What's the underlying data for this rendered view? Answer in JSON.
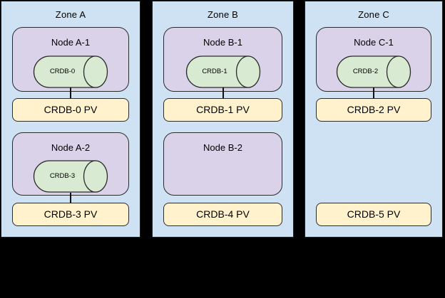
{
  "diagram": {
    "description_colors": {
      "background": "#000000",
      "zone_fill": "#cfe2f3",
      "node_fill": "#d9d2e9",
      "pod_cylinder_fill": "#d9ead3",
      "pv_fill": "#fff2cc",
      "border": "#1f1f1f"
    }
  },
  "zones": [
    {
      "title": "Zone A",
      "nodes": [
        {
          "title": "Node A-1",
          "pod": "CRDB-0"
        },
        {
          "title": "Node A-2",
          "pod": "CRDB-3"
        }
      ],
      "pvs": [
        "CRDB-0 PV",
        "CRDB-3 PV"
      ]
    },
    {
      "title": "Zone B",
      "nodes": [
        {
          "title": "Node B-1",
          "pod": "CRDB-1"
        },
        {
          "title": "Node B-2"
        }
      ],
      "pvs": [
        "CRDB-1 PV",
        "CRDB-4 PV"
      ]
    },
    {
      "title": "Zone C",
      "nodes": [
        {
          "title": "Node C-1",
          "pod": "CRDB-2"
        }
      ],
      "pvs": [
        "CRDB-2 PV",
        "CRDB-5 PV"
      ]
    }
  ]
}
